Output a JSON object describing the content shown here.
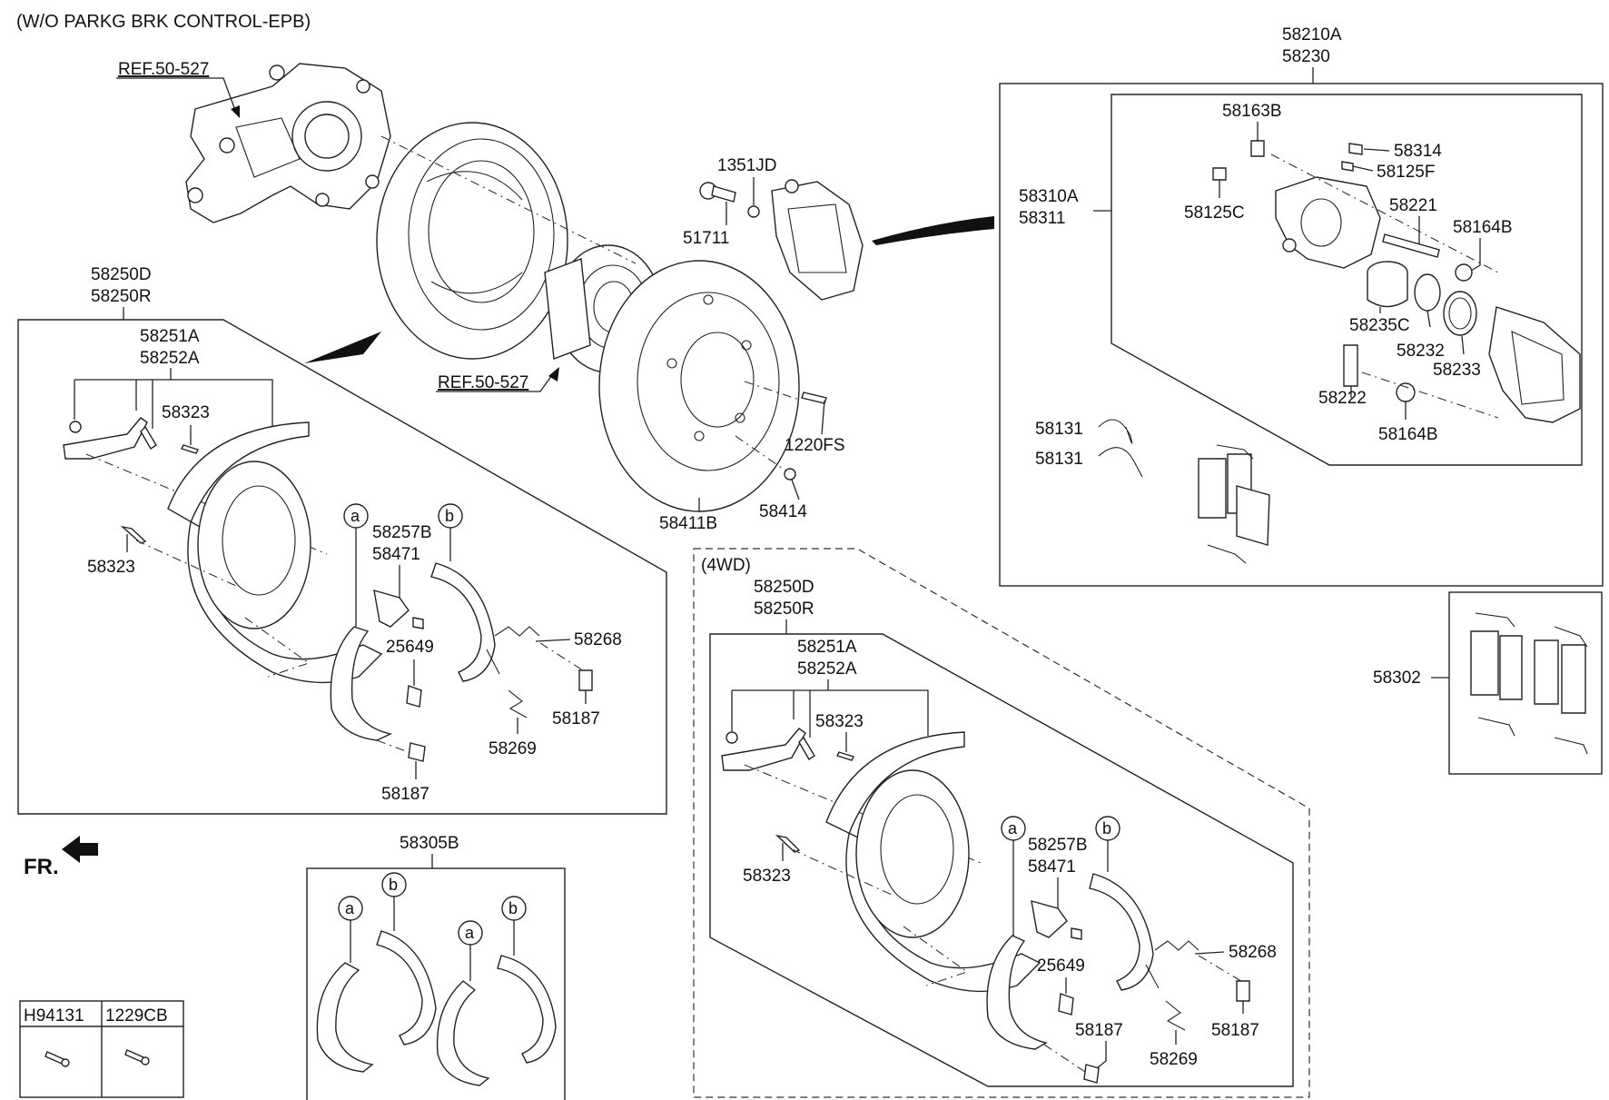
{
  "header": {
    "title": "(W/O PARKG BRK CONTROL-EPB)",
    "front_indicator": "FR."
  },
  "references": {
    "knuckle": "REF.50-527",
    "hub": "REF.50-527"
  },
  "caliper_assembly": {
    "number_1": "58210A",
    "number_2": "58230",
    "sub_1": "58310A",
    "sub_2": "58311",
    "parts": {
      "bleeder_screw": "58163B",
      "cap": "58314",
      "bleeder_cap": "58125F",
      "bleeder_cap_2": "58125C",
      "guide_rod": "58221",
      "boot_upper": "58164B",
      "piston": "58235C",
      "piston_seal": "58232",
      "piston_boot": "58233",
      "guide_rod_2": "58222",
      "boot_lower": "58164B"
    },
    "spring_1": "58131",
    "spring_2": "58131"
  },
  "pad_kit": {
    "number": "58302"
  },
  "hub_parts": {
    "washer": "1351JD",
    "bolt": "51711",
    "disc_screw": "1220FS",
    "disc": "58411B",
    "nut": "58414"
  },
  "brake_assy_left": {
    "number_1": "58250D",
    "number_2": "58250R",
    "sub_1": "58251A",
    "sub_2": "58252A",
    "pin_upper": "58323",
    "pin_lower": "58323",
    "adjuster_1": "58257B",
    "adjuster_2": "58471",
    "spring_upper": "58268",
    "clip": "25649",
    "retainer_right": "58187",
    "spring_lower": "58269",
    "retainer_bottom": "58187",
    "marker_a": "a",
    "marker_b": "b"
  },
  "shoe_kit": {
    "number": "58305B",
    "marker_a": "a",
    "marker_b": "b"
  },
  "bolt_table": {
    "col_1": "H94131",
    "col_2": "1229CB"
  },
  "brake_assy_4wd": {
    "title": "(4WD)",
    "number_1": "58250D",
    "number_2": "58250R",
    "sub_1": "58251A",
    "sub_2": "58252A",
    "pin_upper": "58323",
    "pin_lower": "58323",
    "adjuster_1": "58257B",
    "adjuster_2": "58471",
    "spring_upper": "58268",
    "clip": "25649",
    "retainer_mid": "58187",
    "retainer_right": "58187",
    "spring_lower": "58269",
    "marker_a": "a",
    "marker_b": "b"
  }
}
